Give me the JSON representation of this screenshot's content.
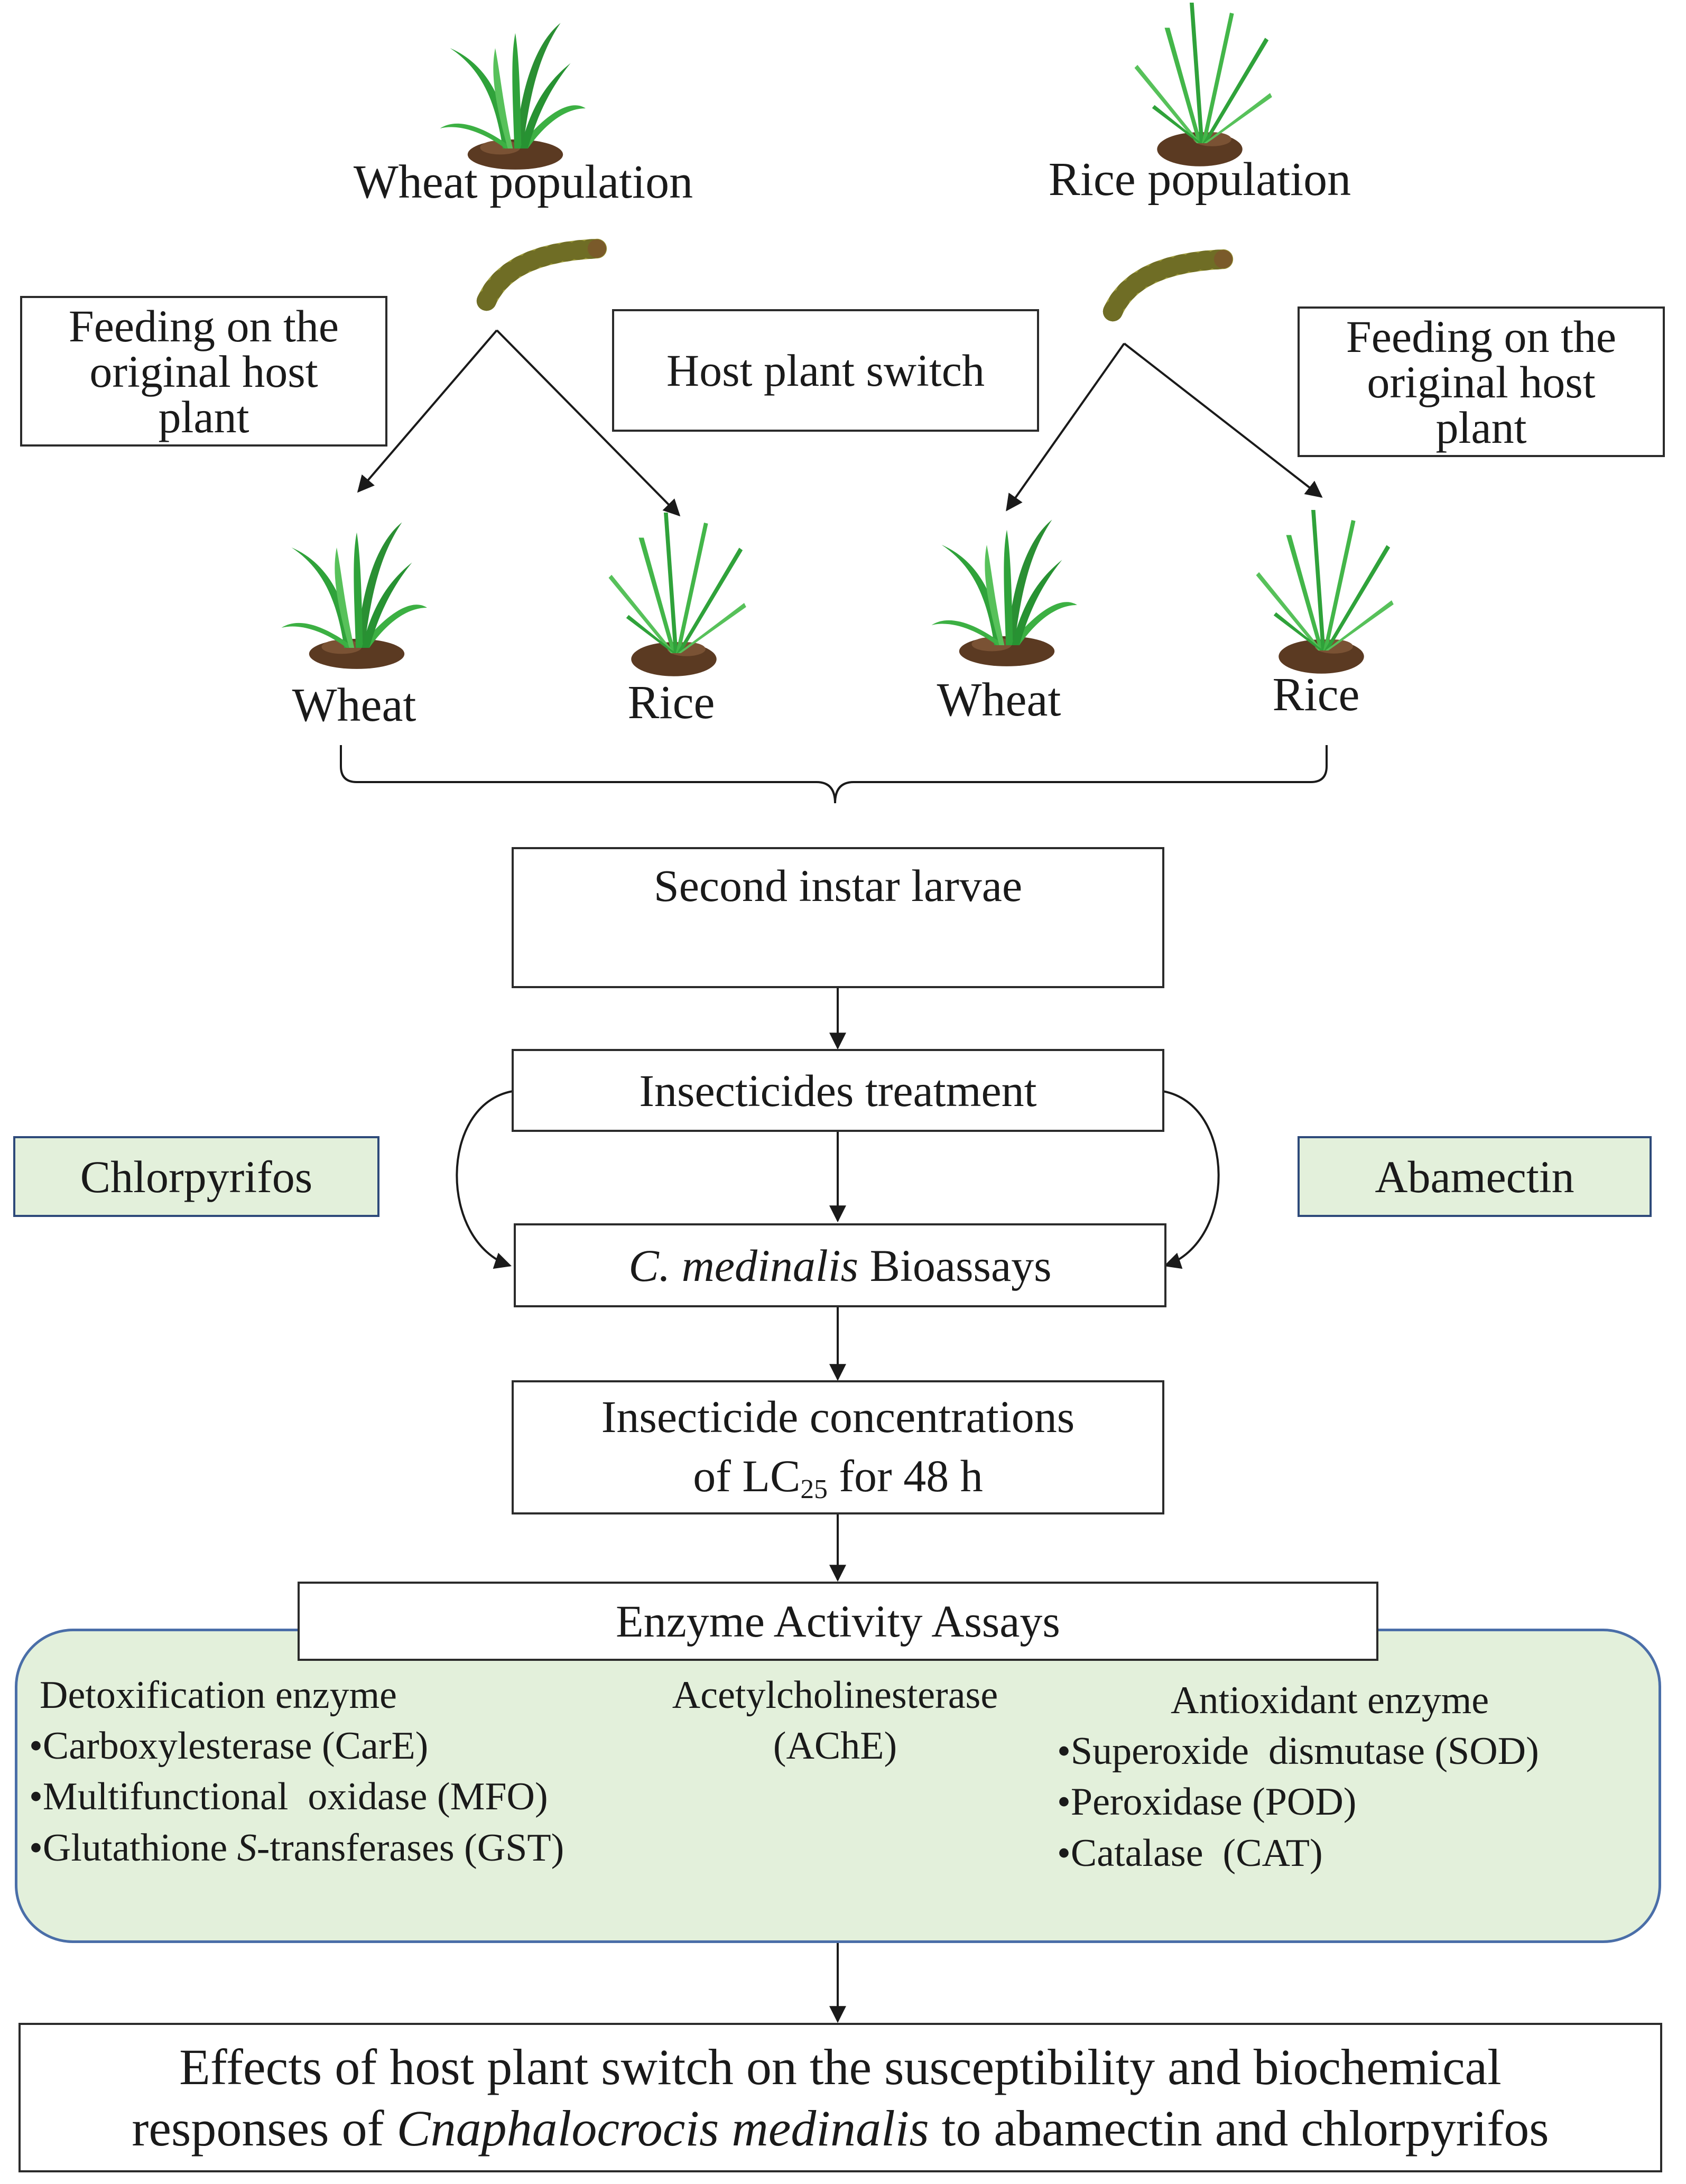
{
  "populations": {
    "wheat": "Wheat population",
    "rice": "Rice population"
  },
  "boxes": {
    "feeding_left": [
      "Feeding on the",
      "original host",
      "plant"
    ],
    "switch": "Host plant switch",
    "feeding_right": [
      "Feeding on the",
      "original host",
      "plant"
    ]
  },
  "plants": [
    "Wheat",
    "Rice",
    "Wheat",
    "Rice"
  ],
  "steps": {
    "larvae": "Second instar larvae",
    "treatment": "Insecticides treatment",
    "bioassay_species": "C. medinalis",
    "bioassay_rest": " Bioassays",
    "conc_line1": "Insecticide concentrations",
    "conc_prefix": "of LC",
    "conc_sub": "25",
    "conc_suffix": " for 48 h",
    "enzyme": "Enzyme Activity Assays"
  },
  "insecticides": {
    "left": "Chlorpyrifos",
    "right": "Abamectin"
  },
  "enzymes": {
    "detox": {
      "title": "Detoxification enzyme",
      "items": [
        "•Carboxylesterase (CarE)",
        "•Multifunctional  oxidase (MFO)"
      ],
      "gst_pre": "•Glutathione ",
      "gst_it": "S",
      "gst_post": "-transferases (GST)"
    },
    "ache": {
      "title": "Acetylcholinesterase",
      "abbr": "(AChE)"
    },
    "antiox": {
      "title": "Antioxidant enzyme",
      "items": [
        "•Superoxide  dismutase (SOD)",
        "•Peroxidase (POD)",
        "•Catalase  (CAT)"
      ]
    }
  },
  "conclusion": {
    "line1": "Effects of host plant switch on the susceptibility and biochemical",
    "line2_pre": "responses of ",
    "line2_it": "Cnaphalocrocis medinalis",
    "line2_post": " to abamectin and chlorpyrifos"
  },
  "colors": {
    "leaf": "#2fa23a",
    "leaf_light": "#7ed957",
    "soil": "#5b3a22",
    "larva": "#9c9a3a",
    "panel_fill": "#e3f0db",
    "panel_border": "#4a6ea8"
  }
}
